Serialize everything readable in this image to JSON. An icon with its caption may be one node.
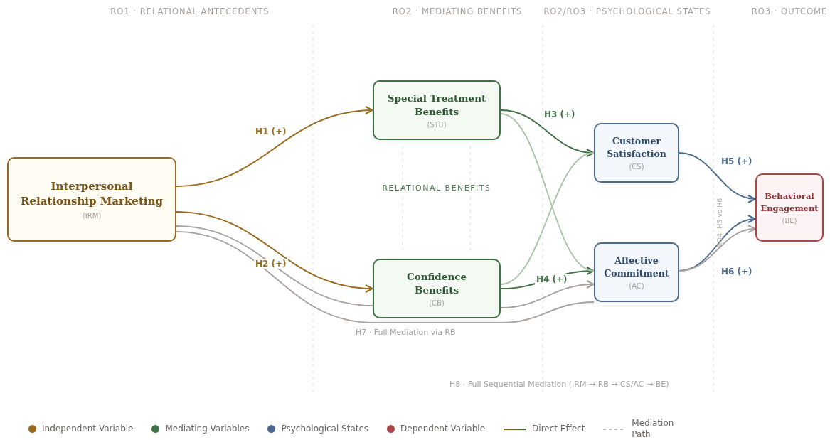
{
  "diagram": {
    "nodes": [
      {
        "text": [
          "Interpersonal Relationship Marketing",
          "(IRM)"
        ]
      },
      {
        "text": [
          "Special Treatment Benefits",
          "(STB)"
        ]
      },
      {
        "text": [
          "Confidence Benefits",
          "(CB)"
        ]
      },
      {
        "text": [
          "Customer Satisfaction",
          "(CS)"
        ]
      },
      {
        "text": [
          "Affective Commitment",
          "(AC)"
        ]
      },
      {
        "text": [
          "Behavioral Engagement",
          "(BE)"
        ]
      }
    ],
    "edges": [
      {
        "from": 0,
        "to": 1,
        "arrow": "to",
        "label": "H1 (+)",
        "color": "#9a6b1f"
      },
      {
        "from": 0,
        "to": 2,
        "arrow": "to",
        "label": "H2 (+)",
        "color": "#9a6b1f"
      },
      {
        "from": 1,
        "to": 3,
        "arrow": "to",
        "label": "H3 (+)",
        "color": "#3f7244"
      },
      {
        "from": 2,
        "to": 4,
        "arrow": "to",
        "label": "H4 (+)",
        "color": "#3f7244"
      },
      {
        "from": 1,
        "to": 4,
        "arrow": "none",
        "color": "#a9c6aa"
      },
      {
        "from": 2,
        "to": 3,
        "arrow": "none",
        "color": "#a9c6aa"
      },
      {
        "from": 3,
        "to": 5,
        "arrow": "to",
        "label": "H5 (+)",
        "color": "#4a6a8e"
      },
      {
        "from": 4,
        "to": 5,
        "arrow": "to",
        "label": "H6 (+)",
        "color": "#4a6a8e"
      },
      {
        "from": 0,
        "to": 2,
        "arrow": "none",
        "color": "#a8a29e"
      },
      {
        "from": 2,
        "to": 4,
        "arrow": "to",
        "color": "#a8a29e"
      },
      {
        "from": 0,
        "to": 4,
        "arrow": "none",
        "color": "#a8a29e"
      },
      {
        "from": 4,
        "to": 5,
        "arrow": "to",
        "color": "#a8a29e"
      }
    ],
    "labels": [
      "RO1 · RELATIONAL ANTECEDENTS",
      "RO2 · MEDIATING BENEFITS",
      "RO2/RO3 · PSYCHOLOGICAL STATES",
      "RO3 · OUTCOME",
      "RELATIONAL BENEFITS",
      "RQ4: H5 vs H6",
      "H7 · Full Mediation via RB",
      "H8 · Full Sequential Mediation (IRM → RB → CS/AC → BE)"
    ],
    "legend": [
      {
        "text": "Independent Variable",
        "color": "#9a6b1f"
      },
      {
        "text": "Mediating Variables",
        "color": "#3f7244"
      },
      {
        "text": "Psychological States",
        "color": "#4a6a8e"
      },
      {
        "text": "Dependent Variable",
        "color": "#a8474a"
      },
      {
        "text": "Direct Effect"
      },
      {
        "text": "Mediation Path"
      }
    ]
  }
}
